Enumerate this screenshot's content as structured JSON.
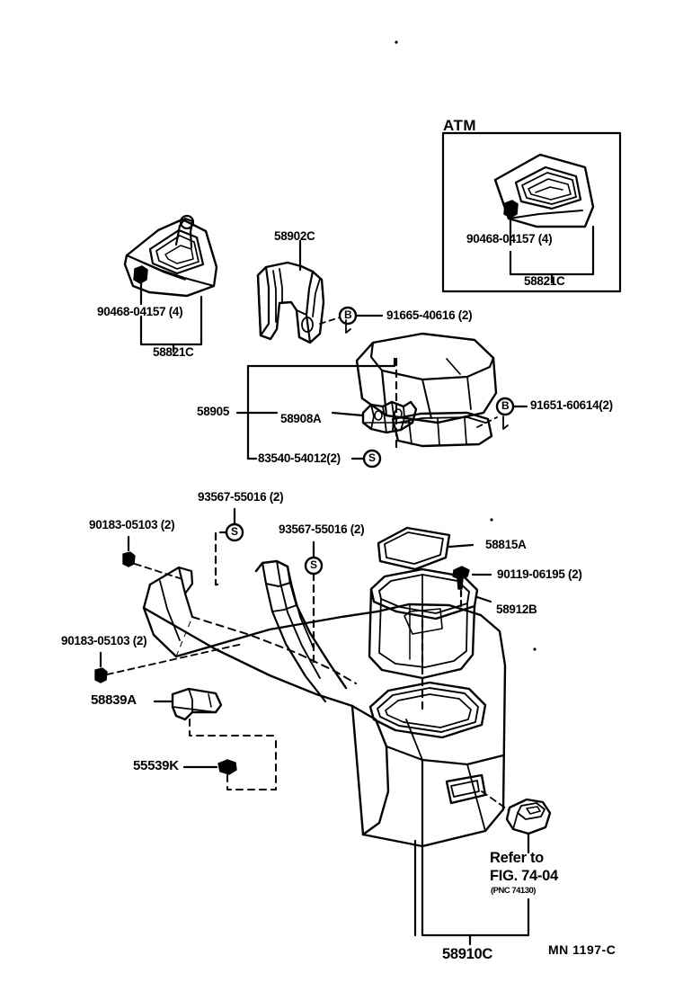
{
  "diagram": {
    "title": "ATM",
    "footer_code": "MN  1197-C",
    "sections": {
      "atm_inset": {
        "tag": "ATM",
        "parts": [
          {
            "id": "atm-bolt",
            "label": "90468-04157 (4)"
          },
          {
            "id": "atm-panel",
            "label": "58821C"
          }
        ]
      },
      "upper_left": {
        "parts": [
          {
            "id": "shift-bezel-bolt",
            "label": "90468-04157 (4)"
          },
          {
            "id": "shift-bezel",
            "label": "58821C"
          }
        ]
      },
      "upper_middle": {
        "parts": [
          {
            "id": "console-bracket",
            "label": "58902C"
          },
          {
            "id": "bracket-screw",
            "label": "91665-40616 (2)"
          }
        ]
      },
      "armrest_group": {
        "parts": [
          {
            "id": "armrest-assy",
            "label": "58905"
          },
          {
            "id": "armrest-hinge",
            "label": "58908A"
          },
          {
            "id": "armrest-clip",
            "label": "83540-54012(2)"
          },
          {
            "id": "armrest-screw",
            "label": "91651-60614(2)"
          }
        ]
      },
      "lower_group": {
        "parts": [
          {
            "id": "screw-upper-left",
            "label": "93567-55016 (2)"
          },
          {
            "id": "screw-upper-right",
            "label": "93567-55016 (2)"
          },
          {
            "id": "clip-left-upper",
            "label": "90183-05103 (2)"
          },
          {
            "id": "clip-left-lower",
            "label": "90183-05103 (2)"
          },
          {
            "id": "console-hook",
            "label": "58839A"
          },
          {
            "id": "console-plug",
            "label": "55539K"
          },
          {
            "id": "tray-lid",
            "label": "58815A"
          },
          {
            "id": "tray-bolt",
            "label": "90119-06195 (2)"
          },
          {
            "id": "tray-box",
            "label": "58912B"
          },
          {
            "id": "console-body",
            "label": "58910C"
          }
        ]
      },
      "reference_note": {
        "line1": "Refer to",
        "line2": "FIG. 74-04",
        "line3": "(PNC 74130)"
      }
    },
    "symbols": {
      "screw_marker": "B",
      "clip_marker": "S"
    }
  }
}
